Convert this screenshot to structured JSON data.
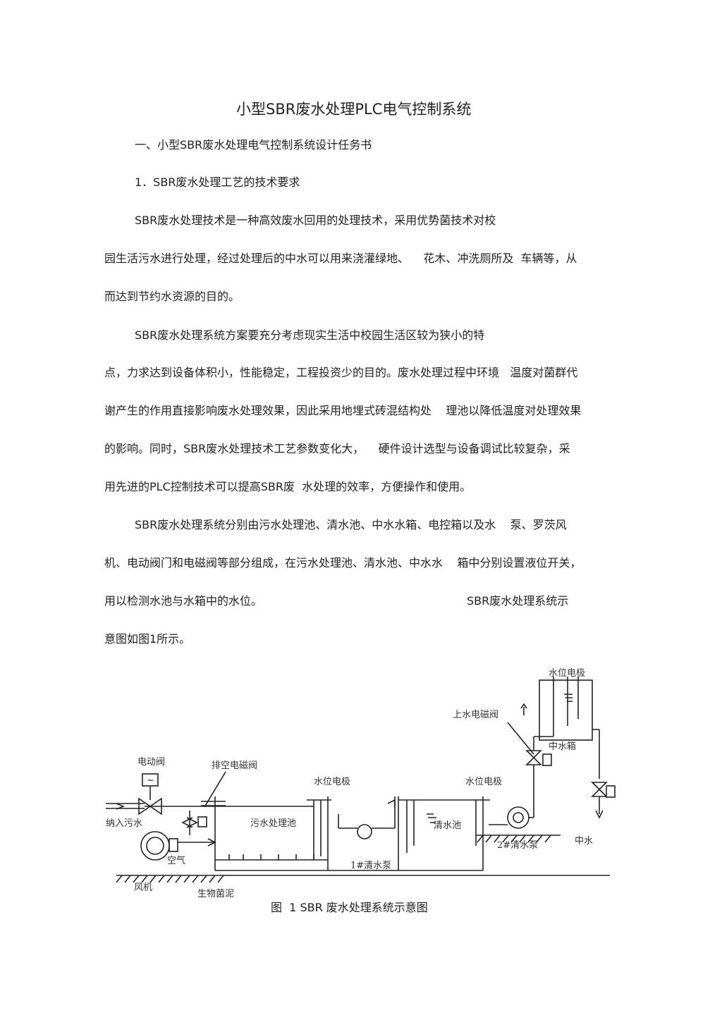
{
  "doc": {
    "title": "小型SBR废水处理PLC电气控制系统",
    "heading1": "一、小型SBR废水处理电气控制系统设计任务书",
    "heading2": "1．SBR废水处理工艺的技术要求",
    "p1_l1": "SBR废水处理技术是一种高效废水回用的处理技术，采用优势菌技术对校",
    "p1_l2": "园生活污水进行处理，经过处理后的中水可以用来浇灌绿地、    花木、冲洗厕所及  车辆等，从",
    "p1_l3": "而达到节约水资源的目的。",
    "p2_l1": "SBR废水处理系统方案要充分考虑现实生活中校园生活区较为狭小的特",
    "p2_l2": "点，力求达到设备体积小，性能稳定，工程投资少的目的。废水处理过程中环境   温度对菌群代",
    "p2_l3": "谢产生的作用直接影响废水处理效果，因此采用地埋式砖混结构处    理池以降低温度对处理效果",
    "p2_l4": "的影响。同时，SBR废水处理技术工艺参数变化大，    硬件设计选型与设备调试比较复杂，采",
    "p2_l5": "用先进的PLC控制技术可以提高SBR废  水处理的效率，方便操作和使用。",
    "p3_l1": "SBR废水处理系统分别由污水处理池、清水池、中水水箱、电控箱以及水    泵、罗茨风",
    "p3_l2": "机、电动阀门和电磁阀等部分组成，在污水处理池、清水池、中水水    箱中分别设置液位开关，",
    "p3_l3a": "用以检测水池与水箱中的水位。",
    "p3_l3b": "SBR废水处理系统示",
    "p3_l4": "意图如图1所示。"
  },
  "figure": {
    "labels": {
      "level_electrode_top": "水位电极",
      "up_solenoid_valve": "上水电磁阀",
      "reclaimed_tank": "中水箱",
      "motor_valve": "电动阀",
      "drain_solenoid_valve": "排空电磁阀",
      "level_electrode_1": "水位电极",
      "level_electrode_2": "水位电极",
      "inflow": "纳入污水",
      "sewage_tank": "污水处理池",
      "clear_tank": "清水池",
      "pump2": "2#清水泵",
      "reclaimed_out": "中水",
      "air": "空气",
      "pump1": "1#清水泵",
      "blower": "风机",
      "sludge": "生物菌泥",
      "motor_symbol": "~"
    },
    "caption": "图  1 SBR 废水处理系统示意图"
  }
}
